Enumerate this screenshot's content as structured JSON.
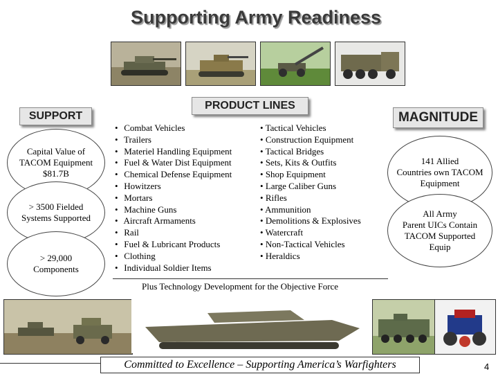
{
  "title": "Supporting Army Readiness",
  "support_label": "SUPPORT",
  "product_lines_label": "PRODUCT LINES",
  "magnitude_label": "MAGNITUDE",
  "support_items": [
    {
      "line1": "Capital Value of",
      "line2": "TACOM Equipment",
      "line3": "$81.7B"
    },
    {
      "line1": "> 3500 Fielded",
      "line2": "Systems Supported"
    },
    {
      "line1": "> 29,000",
      "line2": "Components"
    }
  ],
  "product_lines_left": [
    "Combat Vehicles",
    "Trailers",
    "Materiel Handling Equipment",
    "Fuel & Water Dist Equipment",
    "Chemical Defense Equipment",
    "Howitzers",
    "Mortars",
    "Machine Guns",
    "Aircraft Armaments",
    "Rail",
    "Fuel & Lubricant Products",
    "Clothing",
    "Individual Soldier Items"
  ],
  "product_lines_right": [
    "Tactical Vehicles",
    "Construction Equipment",
    "Tactical Bridges",
    "Sets, Kits & Outfits",
    "Shop Equipment",
    "Large Caliber Guns",
    "Rifles",
    "Ammunition",
    "Demolitions & Explosives",
    "Watercraft",
    "Non-Tactical Vehicles",
    "Heraldics"
  ],
  "magnitude_items": [
    {
      "line1": "141 Allied",
      "line2": "Countries own TACOM",
      "line3": "Equipment"
    },
    {
      "line1": "All Army",
      "line2": "Parent UICs Contain",
      "line3": "TACOM Supported",
      "line4": "Equip"
    }
  ],
  "plus_text": "Plus Technology Development  for the Objective Force",
  "footer": "Committed to Excellence – Supporting America’s Warfighters",
  "page_number": "4",
  "bullet": "•"
}
